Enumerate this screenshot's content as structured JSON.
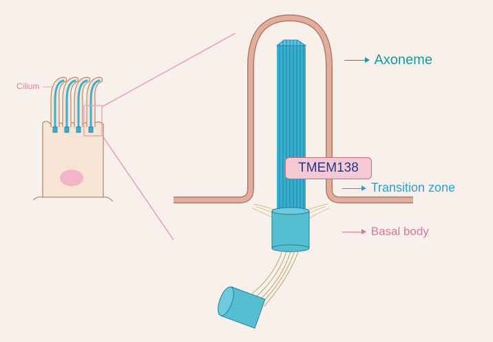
{
  "labels": {
    "cilium": "Cilium",
    "axoneme": "Axoneme",
    "transition_zone": "Transition zone",
    "basal_body": "Basal body",
    "protein": "TMEM138"
  },
  "colors": {
    "background": "#f8f1eb",
    "membrane": "#e3ad9e",
    "membrane_outline": "#b07a69",
    "microtubule": "#38aed0",
    "microtubule_dark": "#1f7f9c",
    "basal_body": "#55bfd1",
    "nucleus": "#f4b5c8",
    "zoom_line": "#e6a3bb",
    "axoneme_label": "#1797a4",
    "transition_zone_label": "#2a9fd6",
    "basal_body_label": "#d9779a",
    "protein_box": "#f5c9d3"
  }
}
